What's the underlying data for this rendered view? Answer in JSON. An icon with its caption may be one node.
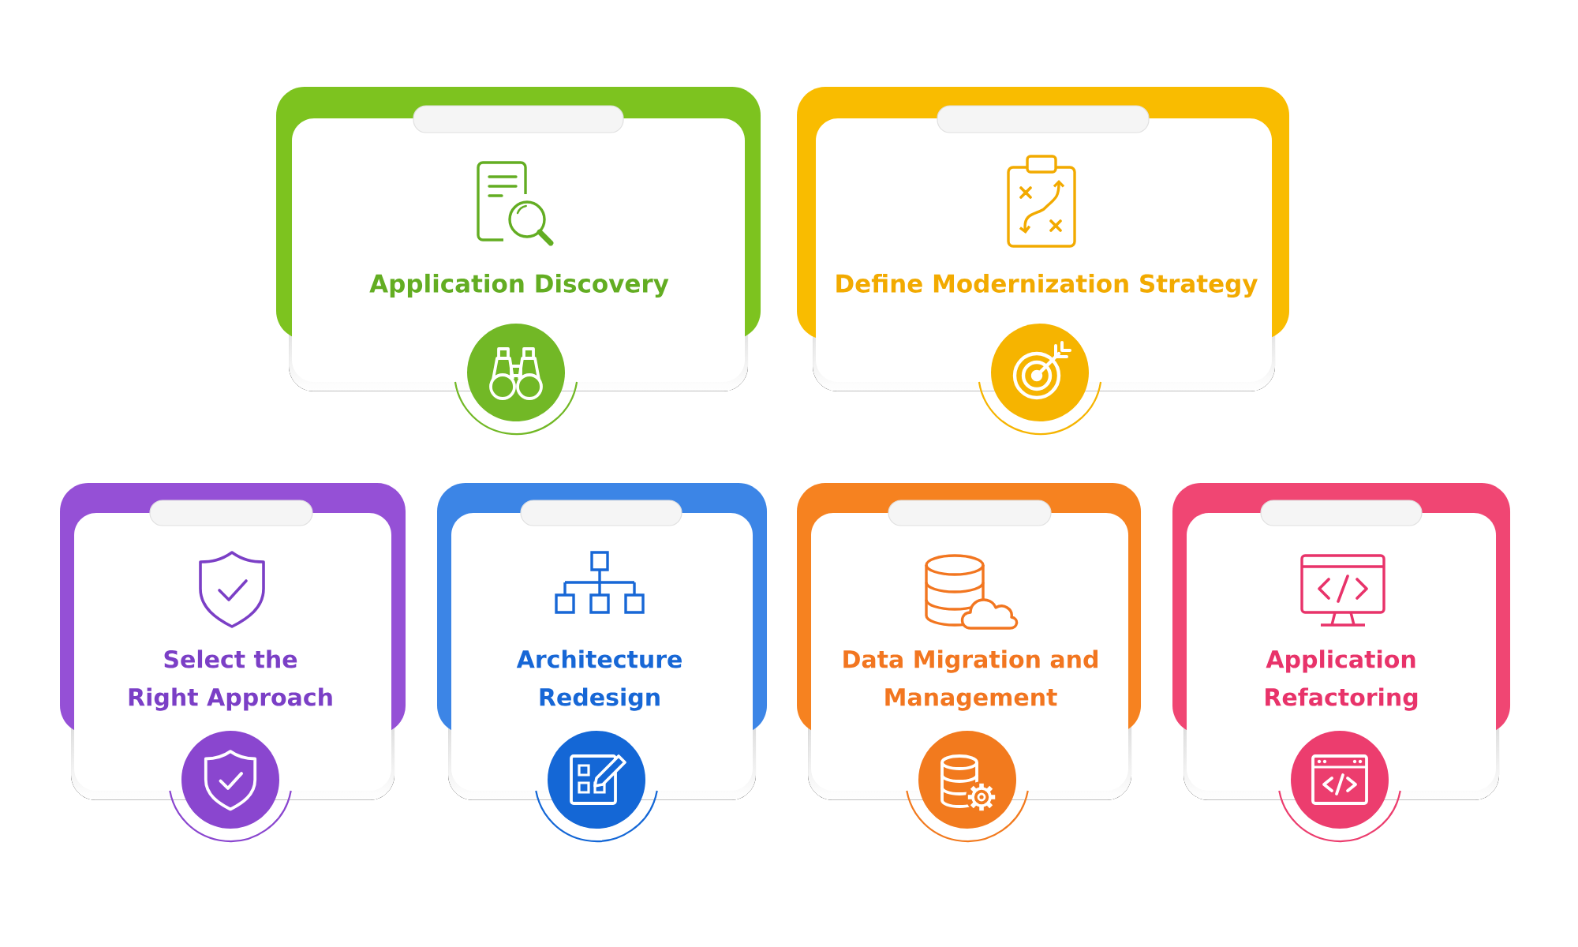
{
  "diagram": {
    "nodes": [
      {
        "text": [
          "Application Discovery"
        ]
      },
      {
        "text": [
          "Define Modernization Strategy"
        ]
      },
      {
        "text": [
          "Select the Right Approach"
        ]
      },
      {
        "text": [
          "Architecture Redesign"
        ]
      },
      {
        "text": [
          "Data Migration and Management"
        ]
      },
      {
        "text": [
          "Application Refactoring"
        ]
      }
    ]
  }
}
